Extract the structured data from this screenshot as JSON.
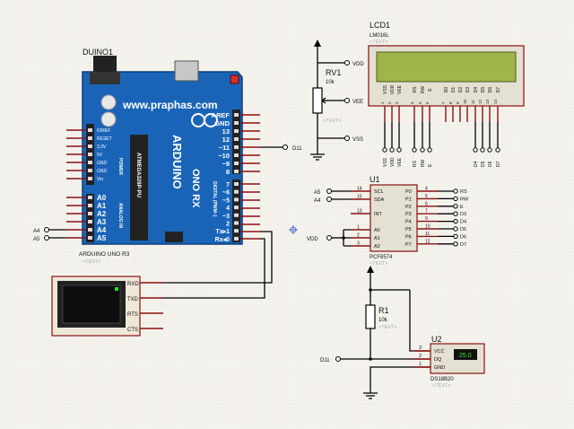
{
  "arduino": {
    "ref": "DUINO1",
    "name": "ARDUINO UNO R3",
    "text_ph": "<TEXT>",
    "website": "www.praphas.com",
    "logo_word": "ARDUINO",
    "model_word": "ONO RX",
    "chip": "ATMEGA328P-PU",
    "digital_label": "DIGITAL (PWM~)",
    "analog_label": "ANALOG IN",
    "power_label": "POWER",
    "left_pins": [
      "IOREF",
      "RESET",
      "3.3V",
      "5V",
      "GND",
      "GND",
      "Vin"
    ],
    "analog_pins": [
      "A0",
      "A1",
      "A2",
      "A3",
      "A4",
      "A5"
    ],
    "right_top_pins": [
      "AREF",
      "GND",
      "13",
      "12",
      "~11",
      "~10",
      "~9",
      "8"
    ],
    "right_bottom_pins": [
      "7",
      "~6",
      "~5",
      "4",
      "~3",
      "2",
      "Tx▸1",
      "Rx◂0"
    ]
  },
  "nets": {
    "d11_a": "D11",
    "d11_b": "D11",
    "a4": "A4",
    "a5": "A5",
    "a5_b": "A5",
    "a4_b": "A4",
    "vdd_top": "VDD",
    "vee": "VEE",
    "vss": "VSS",
    "vdd_u1": "VDD"
  },
  "lcd": {
    "ref": "LCD1",
    "model": "LM016L",
    "text_ph": "<TEXT>",
    "pins": [
      "VSS",
      "VDD",
      "VEE",
      "RS",
      "RW",
      "E",
      "D0",
      "D1",
      "D2",
      "D3",
      "D4",
      "D5",
      "D6",
      "D7"
    ],
    "pin_nums": [
      "1",
      "2",
      "3",
      "4",
      "5",
      "6",
      "7",
      "8",
      "9",
      "10",
      "11",
      "12",
      "13",
      "14"
    ],
    "bus_labels": [
      "VSS",
      "VDD",
      "VEE",
      "RS",
      "RW",
      "E",
      "D4",
      "D5",
      "D6",
      "D7"
    ]
  },
  "rv1": {
    "ref": "RV1",
    "value": "10k",
    "text_ph": "<TEXT>"
  },
  "u1": {
    "ref": "U1",
    "model": "PCF8574",
    "text_ph": "<TEXT>",
    "left_pins": [
      "SCL",
      "SDA",
      "INT",
      "A0",
      "A1",
      "A2"
    ],
    "left_nums": [
      "14",
      "15",
      "13",
      "1",
      "2",
      "3"
    ],
    "right_pins": [
      "P0",
      "P1",
      "P2",
      "P3",
      "P4",
      "P5",
      "P6",
      "P7"
    ],
    "right_nums": [
      "4",
      "5",
      "6",
      "7",
      "9",
      "10",
      "11",
      "12"
    ],
    "right_nets": [
      "RS",
      "RW",
      "E",
      "D3",
      "D4",
      "D5",
      "D6",
      "D7"
    ]
  },
  "r1": {
    "ref": "R1",
    "value": "10k",
    "text_ph": "<TEXT>"
  },
  "u2": {
    "ref": "U2",
    "model": "DS18B20",
    "text_ph": "<TEXT>",
    "pins": [
      "VCC",
      "DQ",
      "GND"
    ],
    "pin_nums": [
      "3",
      "2",
      "1"
    ],
    "reading": "25.0"
  },
  "terminal": {
    "pins": [
      "RXD",
      "TXD",
      "RTS",
      "CTS"
    ]
  }
}
